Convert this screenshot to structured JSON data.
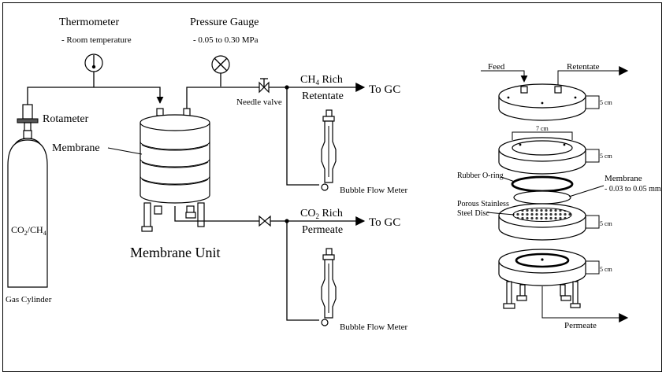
{
  "labels": {
    "thermometer": "Thermometer",
    "thermometer_note": "- Room temperature",
    "pressure_gauge": "Pressure Gauge",
    "pressure_note": "- 0.05 to 0.30 MPa",
    "rotameter": "Rotameter",
    "membrane": "Membrane",
    "membrane_unit": "Membrane Unit",
    "gas_mix_a": "CO",
    "gas_mix_sub_a": "2",
    "gas_mix_b": "/CH",
    "gas_mix_sub_b": "4",
    "gas_cylinder": "Gas Cylinder",
    "needle_valve": "Needle valve",
    "ch4_rich_a": "CH",
    "ch4_rich_sub": "4",
    "ch4_rich_b": " Rich",
    "retentate": "Retentate",
    "to_gc_top": "To GC",
    "bubble_meter_top": "Bubble Flow Meter",
    "co2_rich_a": "CO",
    "co2_rich_sub": "2",
    "co2_rich_b": " Rich",
    "permeate": "Permeate",
    "to_gc_bottom": "To GC",
    "bubble_meter_bottom": "Bubble Flow Meter"
  },
  "exploded": {
    "feed": "Feed",
    "retentate": "Retentate",
    "dim_top": "5 cm",
    "dim_inner": "7 cm",
    "dim_ring": "5 cm",
    "rubber_oring": "Rubber O-ring",
    "membrane": "Membrane",
    "membrane_note": "- 0.03 to 0.05 mm",
    "porous_1": "Porous Stainless",
    "porous_2": "Steel Disc",
    "dim_disc": "5 cm",
    "dim_base": "5 cm",
    "permeate": "Permeate"
  }
}
